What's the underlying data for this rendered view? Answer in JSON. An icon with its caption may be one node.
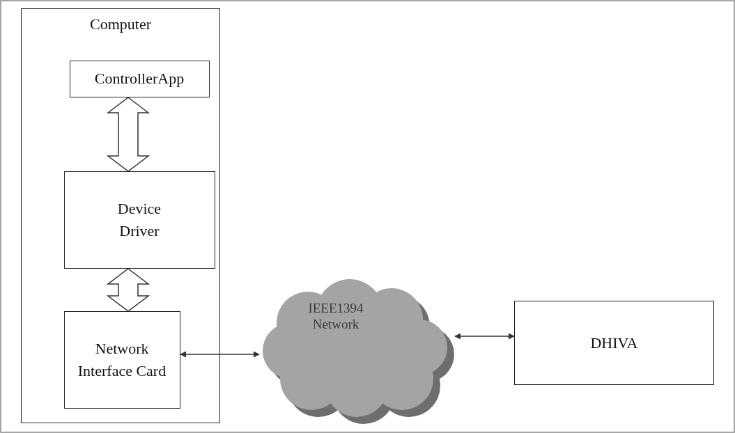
{
  "diagram": {
    "nodes": [
      {
        "text": [
          "Computer"
        ]
      },
      {
        "text": [
          "ControllerApp"
        ],
        "in": 0
      },
      {
        "text": [
          "Device Driver"
        ],
        "in": 0
      },
      {
        "text": [
          "Network Interface Card"
        ],
        "in": 0
      },
      {
        "text": [
          "IEEE1394 Network"
        ]
      },
      {
        "text": [
          "DHIVA"
        ]
      }
    ],
    "edges": [
      {
        "from": 1,
        "to": 2,
        "arrow": "both",
        "style": "thick"
      },
      {
        "from": 2,
        "to": 3,
        "arrow": "both",
        "style": "thick"
      },
      {
        "from": 3,
        "to": 4,
        "arrow": "both"
      },
      {
        "from": 4,
        "to": 5,
        "arrow": "both"
      }
    ]
  }
}
